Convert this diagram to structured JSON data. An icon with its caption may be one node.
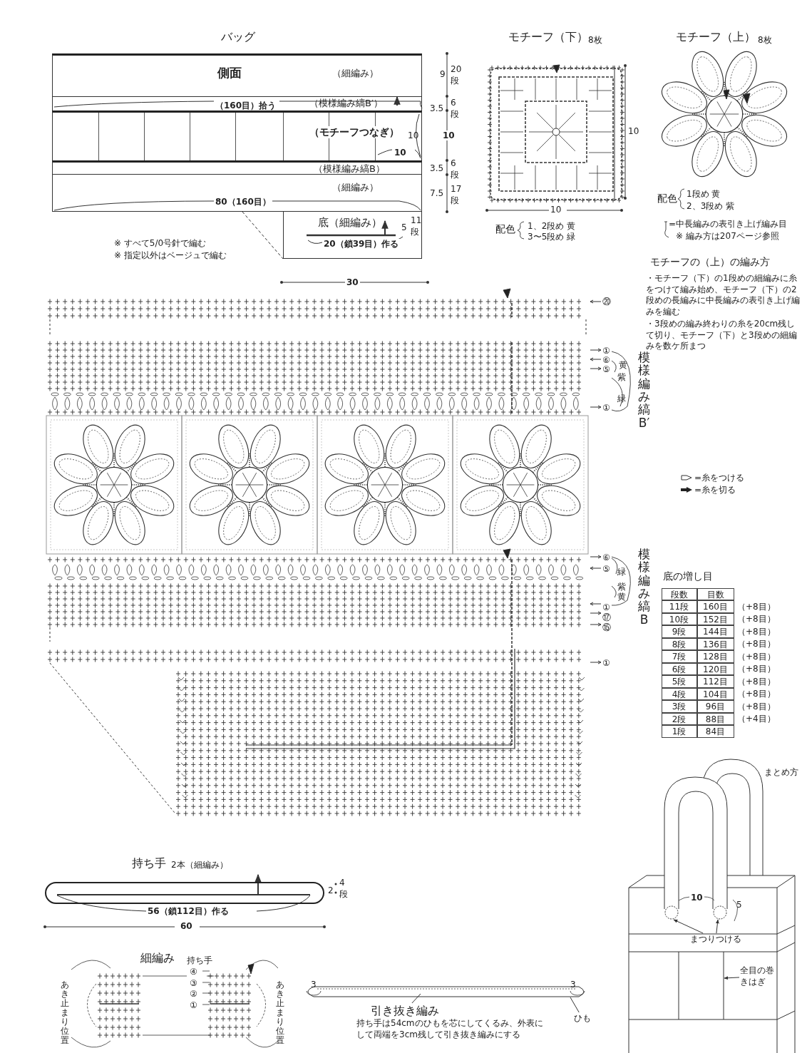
{
  "diagram": {
    "nodes": [
      {
        "text": [
          "側面",
          "（細編み）"
        ]
      },
      {
        "text": [
          "（模様編み縞B′）"
        ]
      },
      {
        "text": [
          "（モチーフつなぎ）"
        ]
      },
      {
        "text": [
          "（模様編み縞B）"
        ]
      },
      {
        "text": [
          "（細編み）"
        ]
      },
      {
        "text": [
          "底（細編み）"
        ]
      },
      {
        "text": [
          "モチーフ（下）",
          "8枚"
        ]
      },
      {
        "text": [
          "モチーフ（上）",
          "8枚"
        ]
      },
      {
        "text": [
          "まとめ方"
        ]
      },
      {
        "text": [
          "まつりつける"
        ],
        "in": 8
      },
      {
        "text": [
          "全目の巻きはぎ"
        ],
        "in": 8
      },
      {
        "text": [
          "持ち手",
          "2本（細編み）"
        ]
      },
      {
        "text": [
          "引き抜き編み"
        ]
      },
      {
        "text": [
          "ひも"
        ]
      }
    ],
    "edges": [
      {
        "from": 9,
        "to": null,
        "arrow": "to"
      },
      {
        "from": 9,
        "to": null,
        "arrow": "to"
      },
      {
        "from": 10,
        "to": null,
        "arrow": "to"
      },
      {
        "from": 12,
        "to": null,
        "arrow": "none"
      },
      {
        "from": 13,
        "to": null,
        "arrow": "none"
      },
      {
        "from": 4,
        "to": 5,
        "arrow": "none",
        "style": "dashed"
      }
    ],
    "labels": [
      "バッグ",
      "（160目）拾う",
      "10",
      "10",
      "80（160目）",
      "20（鎖39目）作る",
      "5",
      "11段",
      "9",
      "20段",
      "3.5",
      "6段",
      "10",
      "3.5",
      "6段",
      "7.5",
      "17段",
      "※ すべて5/0号針で編む",
      "※ 指定以外はベージュで編む",
      "10",
      "10",
      "配色",
      "1、2段め 黄",
      "3〜5段め 緑",
      "配色",
      "1段め 黄",
      "2、3段め 紫",
      "=中長編みの表引き上げ編み目",
      "※ 編み方は207ページ参照",
      "モチーフの（上）の編み方",
      "・モチーフ（下）の1段めの細編みに糸をつけて編み始め、モチーフ（下）の2段めの長編みに中長編みの表引き上げ編みを編む",
      "・3段めの編み終わりの糸を20cm残して切り、モチーフ（下）と3段めの細編みを数ケ所まつ",
      "30",
      "⑳",
      "①",
      "⑥",
      "⑤",
      "黄",
      "紫",
      "緑",
      "①",
      "模様編み縞B′",
      "⑥",
      "⑤",
      "緑",
      "紫",
      "黄",
      "①",
      "⑰",
      "⑮",
      "①",
      "模様編み縞B",
      "底の増し目",
      "段数",
      "目数",
      "11段",
      "160目",
      "（+8目）",
      "10段",
      "152目",
      "（+8目）",
      "9段",
      "144目",
      "（+8目）",
      "8段",
      "136目",
      "（+8目）",
      "7段",
      "128目",
      "（+8目）",
      "6段",
      "120目",
      "（+8目）",
      "5段",
      "112目",
      "（+8目）",
      "4段",
      "104目",
      "（+8目）",
      "3段",
      "96目",
      "（+8目）",
      "2段",
      "88目",
      "（+4目）",
      "1段",
      "84目",
      "56（鎖112目）作る",
      "60",
      "2",
      "4段",
      "細編み",
      "持ち手",
      "④",
      "③",
      "②",
      "①",
      "あき止まり位置",
      "あき止まり位置",
      "3",
      "3",
      "持ち手は54cmのひもを芯にしてくるみ、外表にして両端を3cm残して引き抜き編みにする",
      "10",
      "5"
    ],
    "legend": [
      {
        "text": "=糸をつける"
      },
      {
        "text": "=糸を切る"
      }
    ]
  }
}
